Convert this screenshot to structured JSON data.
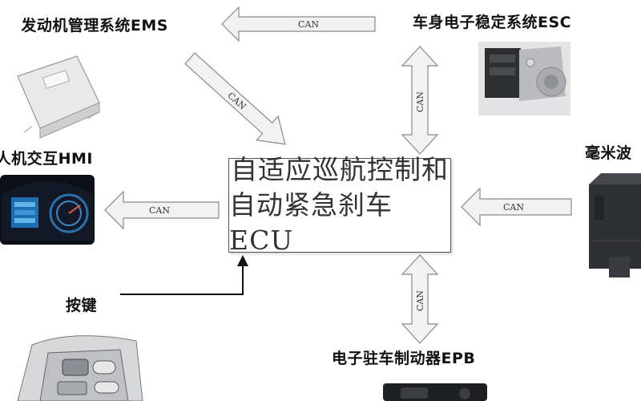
{
  "ecu": {
    "line1": "自适应巡航控制和",
    "line2": "自动紧急刹车ECU"
  },
  "labels": {
    "ems": "发动机管理系统EMS",
    "esc": "车身电子稳定系统ESC",
    "hmi": "人机交互HMI",
    "radar": "毫米波",
    "keys": "按键",
    "epb": "电子驻车制动器EPB"
  },
  "bus_label": "CAN",
  "colors": {
    "arrow_fill": "#f2f2f2",
    "arrow_stroke": "#8a8a8a",
    "box_border": "#555555",
    "key_line": "#111111"
  }
}
